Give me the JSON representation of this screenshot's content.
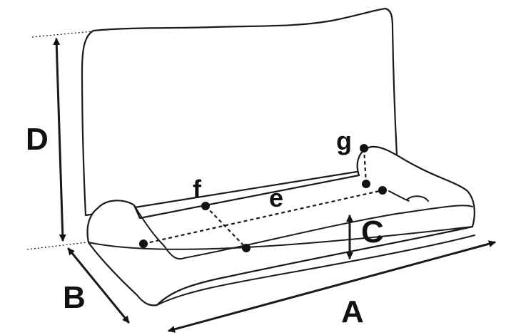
{
  "labels": {
    "a": "A",
    "b": "B",
    "c": "C",
    "d": "D",
    "e": "e",
    "f": "f",
    "g": "g"
  }
}
